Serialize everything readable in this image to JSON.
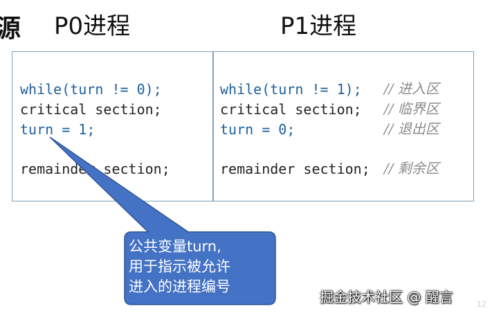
{
  "slide": {
    "heading_partial": "源",
    "p0_title": "P0进程",
    "p1_title": "P1进程"
  },
  "p0_code": {
    "line1": "while(turn != 0);",
    "line2": "critical section;",
    "line3": "turn = 1;",
    "line4": "remainder section;"
  },
  "p1_code": {
    "line1": "while(turn != 1);",
    "line2": "critical section;",
    "line3": "turn = 0;",
    "line4": "remainder section;"
  },
  "p1_comments": {
    "c1": "// 进入区",
    "c2": "// 临界区",
    "c3": "// 退出区",
    "c4": "// 剩余区"
  },
  "callout": {
    "line1": "公共变量turn,",
    "line2": "用于指示被允许",
    "line3": "进入的进程编号"
  },
  "watermark": "掘金技术社区 @ 醒言",
  "page_number": "12",
  "colors": {
    "code_blue": "#1f5f9a",
    "callout_fill": "#4472c4",
    "border": "#7f9dbb"
  }
}
